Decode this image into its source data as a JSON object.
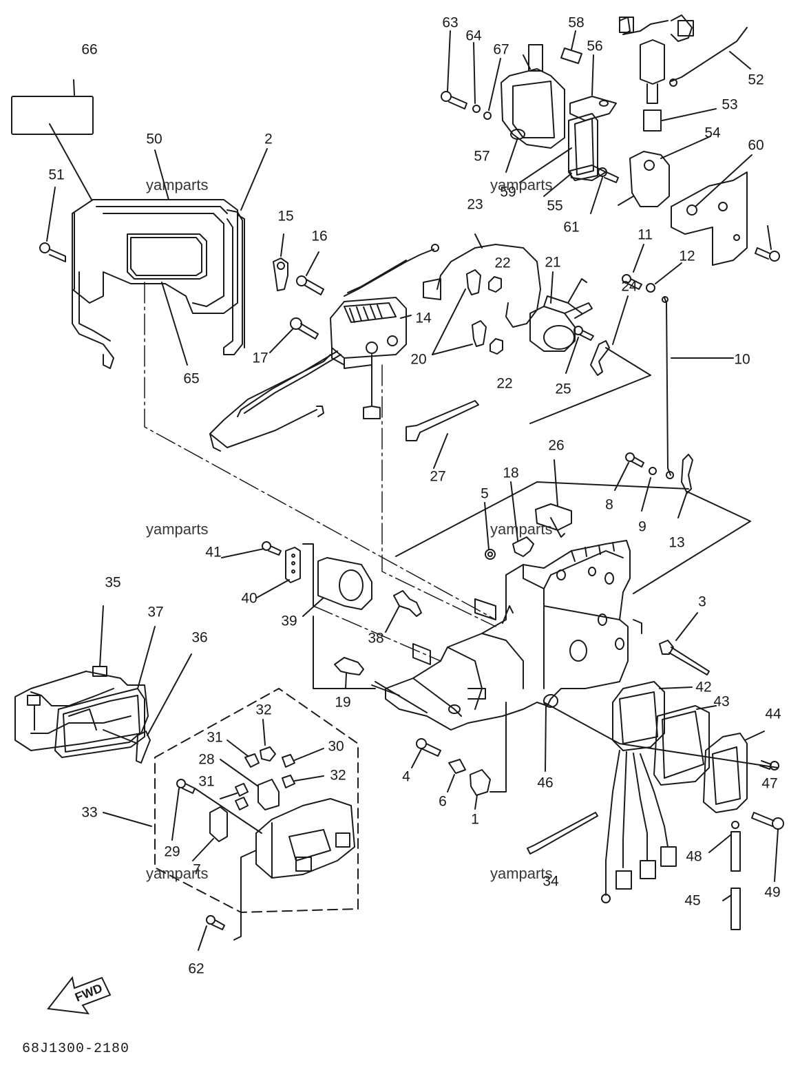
{
  "diagram": {
    "part_numbers": [
      "66",
      "50",
      "2",
      "51",
      "65",
      "15",
      "16",
      "17",
      "14",
      "23",
      "22",
      "21",
      "20",
      "25",
      "24",
      "10",
      "11",
      "12",
      "27",
      "26",
      "18",
      "5",
      "8",
      "9",
      "13",
      "41",
      "40",
      "39",
      "38",
      "35",
      "37",
      "36",
      "3",
      "19",
      "42",
      "43",
      "44",
      "32",
      "31",
      "30",
      "28",
      "33",
      "29",
      "7",
      "4",
      "6",
      "1",
      "46",
      "47",
      "49",
      "48",
      "45",
      "34",
      "62",
      "63",
      "64",
      "67",
      "58",
      "56",
      "57",
      "59",
      "55",
      "52",
      "53",
      "54",
      "61",
      "60"
    ],
    "watermark": "yamparts",
    "fwd_label": "FWD",
    "drawing_code": "68J1300-2180"
  }
}
